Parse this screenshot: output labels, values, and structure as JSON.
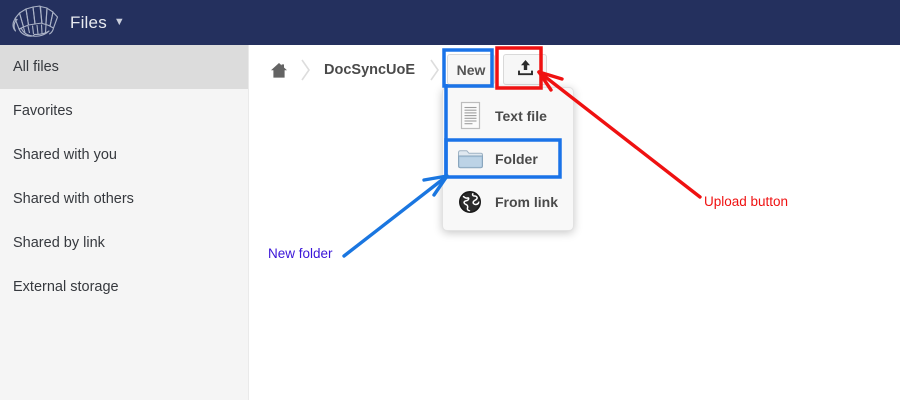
{
  "header": {
    "logo_icon": "nextcloud-files-logo",
    "app_title": "Files",
    "caret_icon": "▼",
    "bg_color": "#24305e"
  },
  "sidebar": {
    "items": [
      {
        "label": "All files",
        "active": true
      },
      {
        "label": "Favorites",
        "active": false
      },
      {
        "label": "Shared with you",
        "active": false
      },
      {
        "label": "Shared with others",
        "active": false
      },
      {
        "label": "Shared by link",
        "active": false
      },
      {
        "label": "External storage",
        "active": false
      }
    ]
  },
  "breadcrumb": {
    "home_icon": "home-icon",
    "separator_icon": "chevron-right-icon",
    "path": "DocSyncUoE"
  },
  "toolbar": {
    "new_label": "New",
    "upload_icon": "upload-icon"
  },
  "new_menu": {
    "items": [
      {
        "label": "Text file",
        "icon": "text-file-icon"
      },
      {
        "label": "Folder",
        "icon": "folder-icon"
      },
      {
        "label": "From link",
        "icon": "globe-icon"
      }
    ]
  },
  "annotations": {
    "new_folder": {
      "text": "New folder",
      "color": "#3a15d8"
    },
    "upload_button": {
      "text": "Upload button",
      "color": "#ef1111"
    },
    "highlight_new_color": "#1a73e8",
    "highlight_upload_color": "#ef1111",
    "highlight_folder_color": "#1a73e8"
  }
}
